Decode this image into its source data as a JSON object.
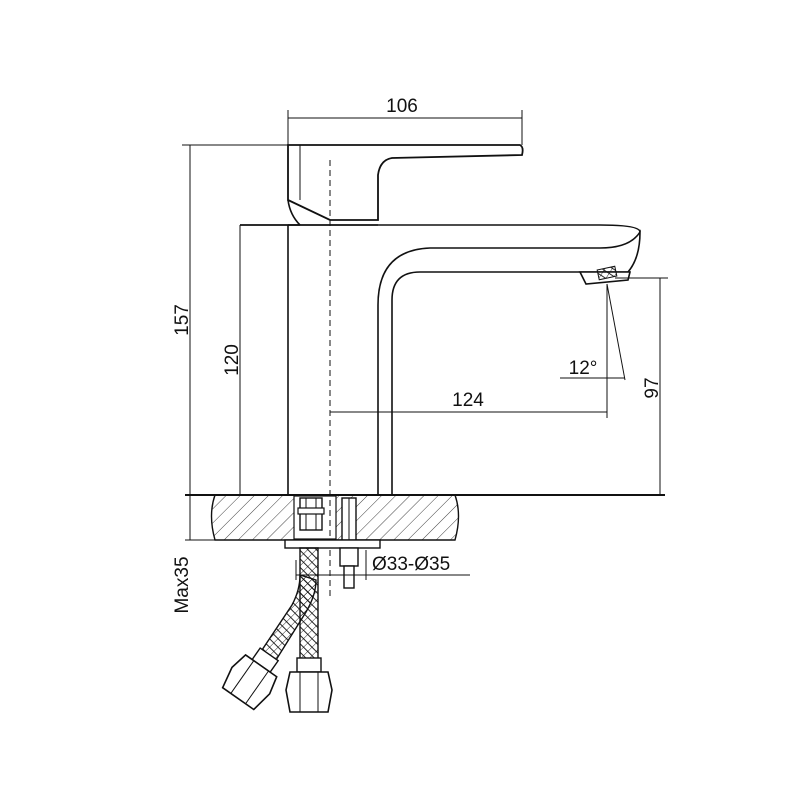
{
  "dimensions": {
    "handle_width": "106",
    "total_height": "157",
    "body_height": "120",
    "spout_reach": "124",
    "outlet_height": "97",
    "aerator_angle": "12°",
    "max_counter_thickness": "Max35",
    "hole_diameter": "Ø33-Ø35"
  },
  "colors": {
    "line": "#111111",
    "background": "#ffffff"
  }
}
